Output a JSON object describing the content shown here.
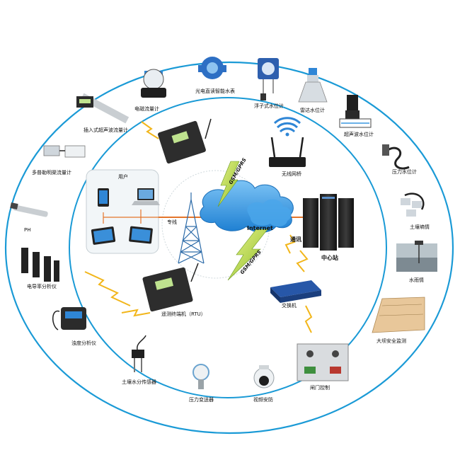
{
  "outer_devices": [
    {
      "id": "magnetic_flow",
      "label": "电磁流量计",
      "icon": "magnetic-flowmeter-icon"
    },
    {
      "id": "smart_meter",
      "label": "光电直读智能水表",
      "icon": "water-meter-icon"
    },
    {
      "id": "float_level",
      "label": "浮子式水位计",
      "icon": "float-level-gauge-icon"
    },
    {
      "id": "radar_level",
      "label": "雷达水位计",
      "icon": "radar-level-gauge-icon"
    },
    {
      "id": "ultrasonic_level",
      "label": "超声波水位计",
      "icon": "ultrasonic-level-gauge-icon"
    },
    {
      "id": "pressure_level",
      "label": "压力水位计",
      "icon": "pressure-level-sensor-icon"
    },
    {
      "id": "soil_tube",
      "label": "土壤墒情",
      "icon": "soil-moisture-probe-icon"
    },
    {
      "id": "rain_gauge",
      "label": "水雨情",
      "icon": "rain-station-icon"
    },
    {
      "id": "dam_safety",
      "label": "大坝安全监测",
      "icon": "dam-monitor-icon"
    },
    {
      "id": "gate_control",
      "label": "闸门控制",
      "icon": "gate-control-panel-icon"
    },
    {
      "id": "video",
      "label": "视频安防",
      "icon": "dome-camera-icon"
    },
    {
      "id": "pressure_tx",
      "label": "压力变送器",
      "icon": "pressure-transmitter-icon"
    },
    {
      "id": "soil_sensor",
      "label": "土壤水分传感器",
      "icon": "soil-sensor-icon"
    },
    {
      "id": "turbidity",
      "label": "浊度分析仪",
      "icon": "turbidity-analyzer-icon"
    },
    {
      "id": "conductivity",
      "label": "电导率分析仪",
      "icon": "conductivity-analyzer-icon"
    },
    {
      "id": "ph",
      "label": "PH",
      "icon": "ph-probe-icon"
    },
    {
      "id": "multi_channel",
      "label": "多普勒明渠流量计",
      "icon": "doppler-flowmeter-icon"
    },
    {
      "id": "insertion_ultra",
      "label": "插入式超声波流量计",
      "icon": "insertion-ultrasonic-flowmeter-icon"
    }
  ],
  "inner": {
    "users_label": "用户",
    "gsm_top": "GSM/GPRS",
    "gsm_bottom": "GSM/GPRS",
    "internet": "Internet",
    "router": "无线网桥",
    "center": "中心站",
    "comm": "通讯",
    "switch": "交换机",
    "rtu": "遥测终端机（RTU）",
    "line_label": "专线"
  },
  "colors": {
    "ring": "#1a9ad6",
    "cloud": "#3d9be3",
    "lightning": "#c8e04a",
    "bolt_yellow": "#f2b61b",
    "line": "#e4752a"
  }
}
